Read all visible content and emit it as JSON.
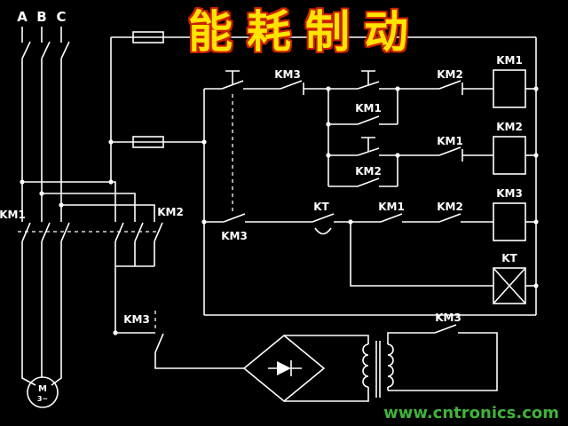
{
  "page": {
    "title_banner": "能耗制动",
    "watermark": "www.cntronics.com"
  },
  "colors": {
    "background": "#000000",
    "wire": "#ffffff",
    "title_fill": "#ffe400",
    "title_outline": "#cc2200",
    "watermark_green": "#3fb23a"
  },
  "power": {
    "phase_a": "A",
    "phase_b": "B",
    "phase_c": "C",
    "main_contactor_left": "KM1",
    "main_contactor_right": "KM2",
    "motor_symbol": "M",
    "motor_type": "3~"
  },
  "control": {
    "rung1": {
      "km3_nc": "KM3",
      "km2_interlock": "KM2",
      "km1_coil": "KM1"
    },
    "rung2": {
      "km1_selfhold": "KM1"
    },
    "rung3": {
      "km1_interlock": "KM1",
      "km2_coil": "KM2"
    },
    "rung4": {
      "km2_selfhold": "KM2"
    },
    "rung5": {
      "km3_contact": "KM3",
      "kt_contact": "KT",
      "km1_contact": "KM1",
      "km2_contact": "KM2",
      "km3_coil": "KM3"
    },
    "kt_coil": "KT"
  },
  "brake": {
    "km3_left": "KM3",
    "km3_right": "KM3"
  }
}
